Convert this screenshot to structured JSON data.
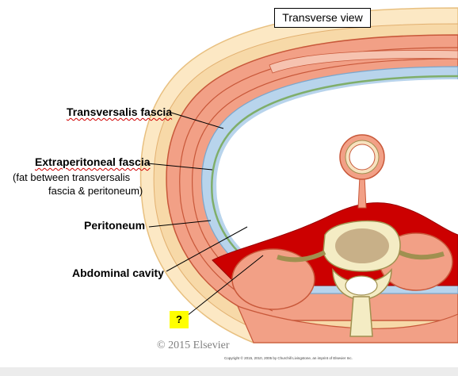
{
  "title": "Transverse view",
  "labels": {
    "transversalis_fascia": "Transversalis fascia",
    "extraperitoneal_fascia": "Extraperitoneal fascia",
    "extraperitoneal_note_line1": "(fat between transversalis",
    "extraperitoneal_note_line2": "fascia & peritoneum)",
    "peritoneum": "Peritoneum",
    "abdominal_cavity": "Abdominal cavity",
    "unknown": "?"
  },
  "copyright": "© 2015 Elsevier",
  "small_copyright": "Copyright © 2015, 2010, 2005 by Churchill Livingstone, an imprint of Elsevier Inc.",
  "colors": {
    "muscle": "#f2a086",
    "muscle_dark": "#d8603f",
    "skin": "#fce8c4",
    "fascia_blue": "#b8d4ec",
    "peritoneum_green": "#9cc28a",
    "red_fat": "#cc0000",
    "bone": "#f4ecc4",
    "highlight": "#ffff00"
  }
}
